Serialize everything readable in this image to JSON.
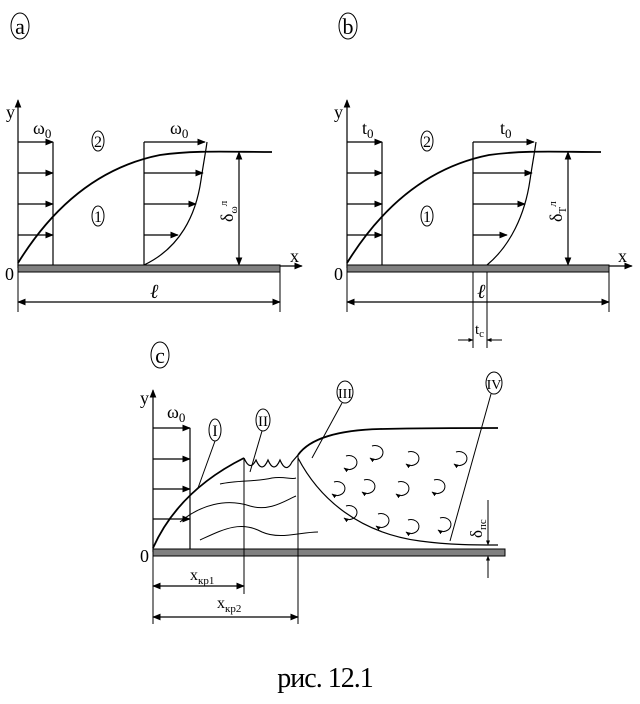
{
  "panel_a": {
    "letter": "a",
    "y_axis": "y",
    "x_axis": "x",
    "origin": "0",
    "omega": "ω",
    "omega_sub": "0",
    "region_outer": "2",
    "region_inner": "1",
    "delta": "δ",
    "delta_sub": "ω",
    "delta_sup": "л",
    "length": "ℓ"
  },
  "panel_b": {
    "letter": "b",
    "y_axis": "y",
    "x_axis": "x",
    "origin": "0",
    "t": "t",
    "t_sub": "0",
    "region_outer": "2",
    "region_inner": "1",
    "delta": "δ",
    "delta_sub": "T",
    "delta_sup": "л",
    "length": "ℓ",
    "tc_label": "t",
    "tc_sub": "c"
  },
  "panel_c": {
    "letter": "c",
    "y_axis": "y",
    "origin": "0",
    "omega": "ω",
    "omega_sub": "0",
    "zone_1": "I",
    "zone_2": "II",
    "zone_3": "III",
    "zone_4": "IV",
    "delta": "δ",
    "delta_sub": "пс",
    "xkr1": "x",
    "xkr1_sub": "кр1",
    "xkr2": "x",
    "xkr2_sub": "кр2"
  },
  "caption": "рис. 12.1"
}
